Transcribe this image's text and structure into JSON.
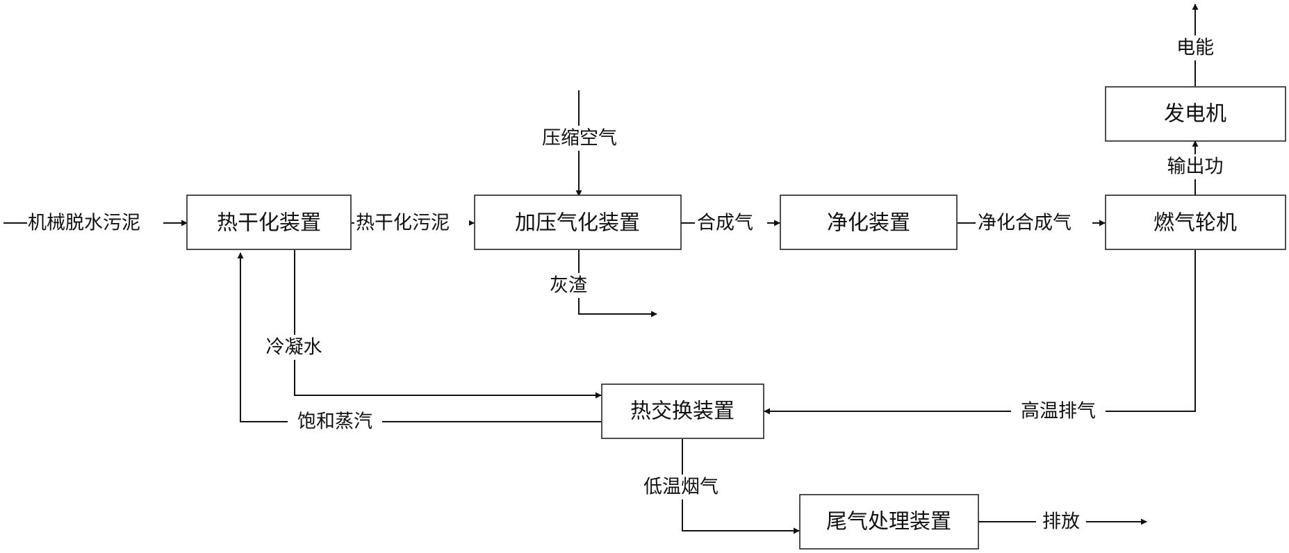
{
  "nodes": {
    "thermal_dryer": "热干化装置",
    "pressurized_gasifier": "加压气化装置",
    "purifier": "净化装置",
    "gas_turbine": "燃气轮机",
    "generator": "发电机",
    "heat_exchanger": "热交换装置",
    "exhaust_treatment": "尾气处理装置"
  },
  "flows": {
    "dewatered_sludge": "机械脱水污泥",
    "dried_sludge": "热干化污泥",
    "compressed_air": "压缩空气",
    "syngas": "合成气",
    "purified_syngas": "净化合成气",
    "output_work": "输出功",
    "electric_power": "电能",
    "ash_slag": "灰渣",
    "condensate": "冷凝水",
    "saturated_steam": "饱和蒸汽",
    "hot_exhaust": "高温排气",
    "low_temp_flue_gas": "低温烟气",
    "discharge": "排放"
  }
}
